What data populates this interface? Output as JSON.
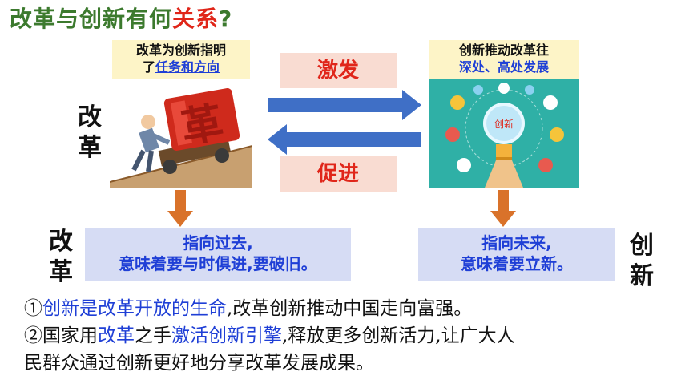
{
  "title": {
    "part1": "改革与创新有何",
    "part2": "关系",
    "part3": "?"
  },
  "left_caption": {
    "line1": "改革为创新指明",
    "line2_prefix": "了",
    "line2_link": "任务和方向"
  },
  "right_caption": {
    "line1": "创新推动改革往",
    "line2": "深处、高处发展"
  },
  "left_vertical_top": [
    "改",
    "革"
  ],
  "left_vertical_bottom": [
    "改",
    "革"
  ],
  "right_vertical_bottom": [
    "创",
    "新"
  ],
  "left_image_text": "革",
  "right_image_text": "创新",
  "top_box": "激发",
  "bottom_box": "促进",
  "left_result": {
    "line1": "指向过去,",
    "line2": "意味着要与时俱进,要破旧。"
  },
  "right_result": {
    "line1": "指向未来,",
    "line2": "意味着要立新。"
  },
  "paragraph": {
    "p1_num": "①",
    "p1_blue": "创新是改革开放的生命",
    "p1_rest": ",改革创新推动中国走向富强。",
    "p2_num": "②",
    "p2_a": "国家用",
    "p2_blue1": "改革",
    "p2_b": "之手",
    "p2_blue2": "激活创新引擎",
    "p2_c": ",释放更多创新活力,让广大人",
    "p2_line2": "民群众通过创新更好地分享改革发展成果。"
  },
  "colors": {
    "arrow_blue": "#3f6fc6",
    "arrow_orange": "#d9722a",
    "title_green": "#3c7a2e",
    "accent_red": "#e0261a"
  }
}
